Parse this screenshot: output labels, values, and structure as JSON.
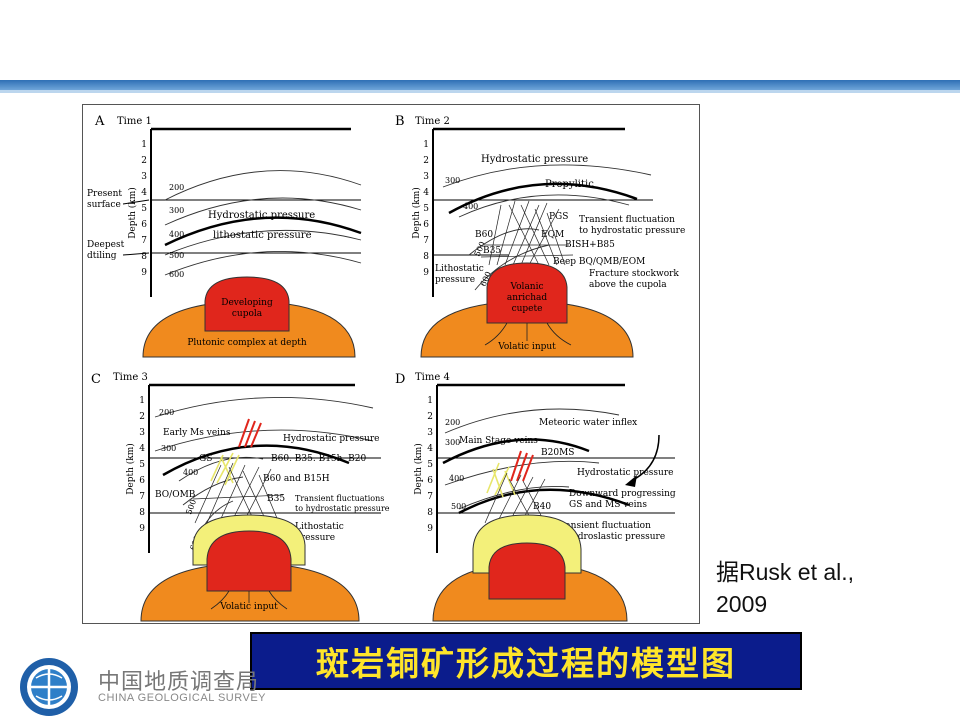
{
  "citation": {
    "line1": "据Rusk et al.,",
    "line2": "2009"
  },
  "title": "斑岩铜矿形成过程的模型图",
  "org": {
    "cn": "中国地质调查局",
    "en": "CHINA GEOLOGICAL SURVEY"
  },
  "colors": {
    "banner_bg": "#0b1c8c",
    "banner_text": "#ffe52a",
    "accent": "#2f6fb5",
    "orange": "#f08a1e",
    "red": "#e0261c",
    "yellow": "#f3f07a"
  },
  "panels": {
    "A": {
      "letter": "A",
      "time": "Time 1",
      "depth_label": "Depth (km)",
      "ticks": [
        "1",
        "2",
        "3",
        "4",
        "5",
        "6",
        "7",
        "8",
        "9"
      ],
      "present_surface": [
        "Present",
        "surface"
      ],
      "deepest_drilling": [
        "Deepest",
        "dtiling"
      ],
      "isotherms": [
        "200",
        "300",
        "400",
        "500",
        "600"
      ],
      "hydrostatic": "Hydrostatic pressure",
      "lithostatic": "lithostatic pressure",
      "cupola": [
        "Developing",
        "cupola"
      ],
      "plutonic": "Plutonic complex at depth"
    },
    "B": {
      "letter": "B",
      "time": "Time 2",
      "depth_label": "Depth (km)",
      "ticks": [
        "1",
        "2",
        "3",
        "4",
        "5",
        "6",
        "7",
        "8",
        "9"
      ],
      "isotherms": [
        "300",
        "400",
        "500",
        "600"
      ],
      "hydrostatic": "Hydrostatic pressure",
      "propylitic": "Propylitic",
      "pgs": "PGS",
      "b60": "B60",
      "b35": "B35",
      "eqm": "EQM",
      "bish": "BISH+B85",
      "beep": "Beep BQ/QMB/EOM",
      "transient": [
        "Transient fluctuation",
        "to hydrostatic pressure"
      ],
      "fracture": [
        "Fracture stockwork",
        "above the cupola"
      ],
      "lithostatic": [
        "Lithostatic",
        "pressure"
      ],
      "cupola": [
        "Volanic",
        "anrichad",
        "cupete"
      ],
      "volatic": "Volatic input"
    },
    "C": {
      "letter": "C",
      "time": "Time 3",
      "depth_label": "Depth (km)",
      "ticks": [
        "1",
        "2",
        "3",
        "4",
        "5",
        "6",
        "7",
        "8",
        "9"
      ],
      "isotherms": [
        "200",
        "300",
        "400",
        "500",
        "600"
      ],
      "early_ms": "Early Ms veins",
      "hydrostatic": "Hydrostatic pressure",
      "gs": "GS",
      "b60b35": "B60. B35. B15h. B20",
      "b60b15": "B60 and B15H",
      "boomb": "BO/OMB",
      "b35": "B35",
      "transient": [
        "Transient fluctuations",
        "to hydrostatic pressure"
      ],
      "lithostatic": [
        "Lithostatic",
        "pressure"
      ],
      "volatic": "Volatic input"
    },
    "D": {
      "letter": "D",
      "time": "Time 4",
      "depth_label": "Depth (km)",
      "ticks": [
        "1",
        "2",
        "3",
        "4",
        "5",
        "6",
        "7",
        "8",
        "9"
      ],
      "isotherms": [
        "200",
        "300",
        "400",
        "500"
      ],
      "meteoric": "Meteoric water inflex",
      "main_stage": "Main Stage veins",
      "b20ms": "B20MS",
      "hydrostatic": "Hydrostatic pressure",
      "downward": [
        "Downward progressing",
        "GS and MS veins"
      ],
      "b40": "B40",
      "transient": [
        "Transient fluctuation",
        "to hydroslastic pressure"
      ]
    }
  }
}
